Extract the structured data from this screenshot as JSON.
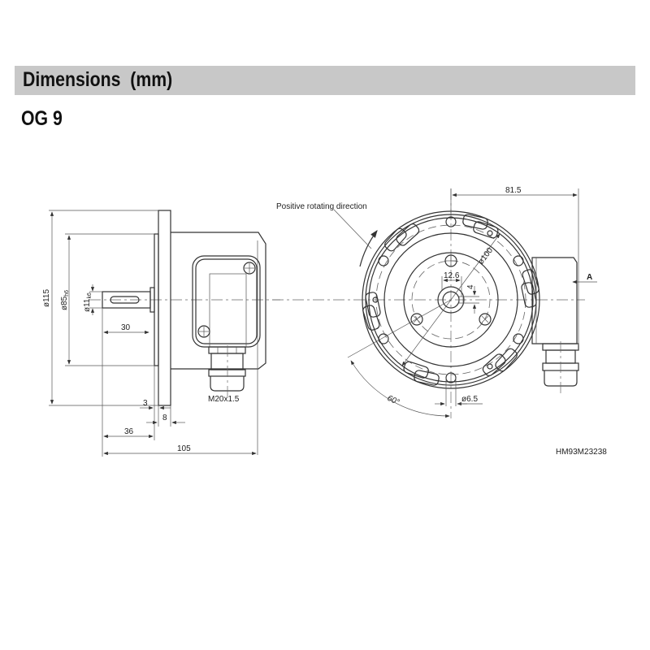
{
  "header": {
    "title": "Dimensions  (mm)",
    "model": "OG 9"
  },
  "side_view": {
    "dim_flange_diameter": "ø115",
    "dim_spigot_diameter": "ø85",
    "dim_spigot_tolerance": "h6",
    "dim_shaft_diameter": "ø11",
    "dim_shaft_tolerance": "k6",
    "dim_shaft_length": "30",
    "dim_flange_offset": "3",
    "dim_flange_thickness": "8",
    "dim_shaft_to_flange": "36",
    "dim_overall_length": "105",
    "cable_gland_thread": "M20x1.5"
  },
  "front_view": {
    "rotation_label": "Positive rotating direction",
    "dim_connector_offset": "81.5",
    "dim_bolt_circle": "ø100",
    "dim_shaft_key_width": "12.6",
    "dim_key_height": "4",
    "dim_hole_diameter": "ø6.5",
    "dim_angle": "60°",
    "view_marker": "A"
  },
  "footer": {
    "drawing_code": "HM93M23238"
  },
  "colors": {
    "header_bar": "#c8c8c8",
    "line": "#333333"
  }
}
